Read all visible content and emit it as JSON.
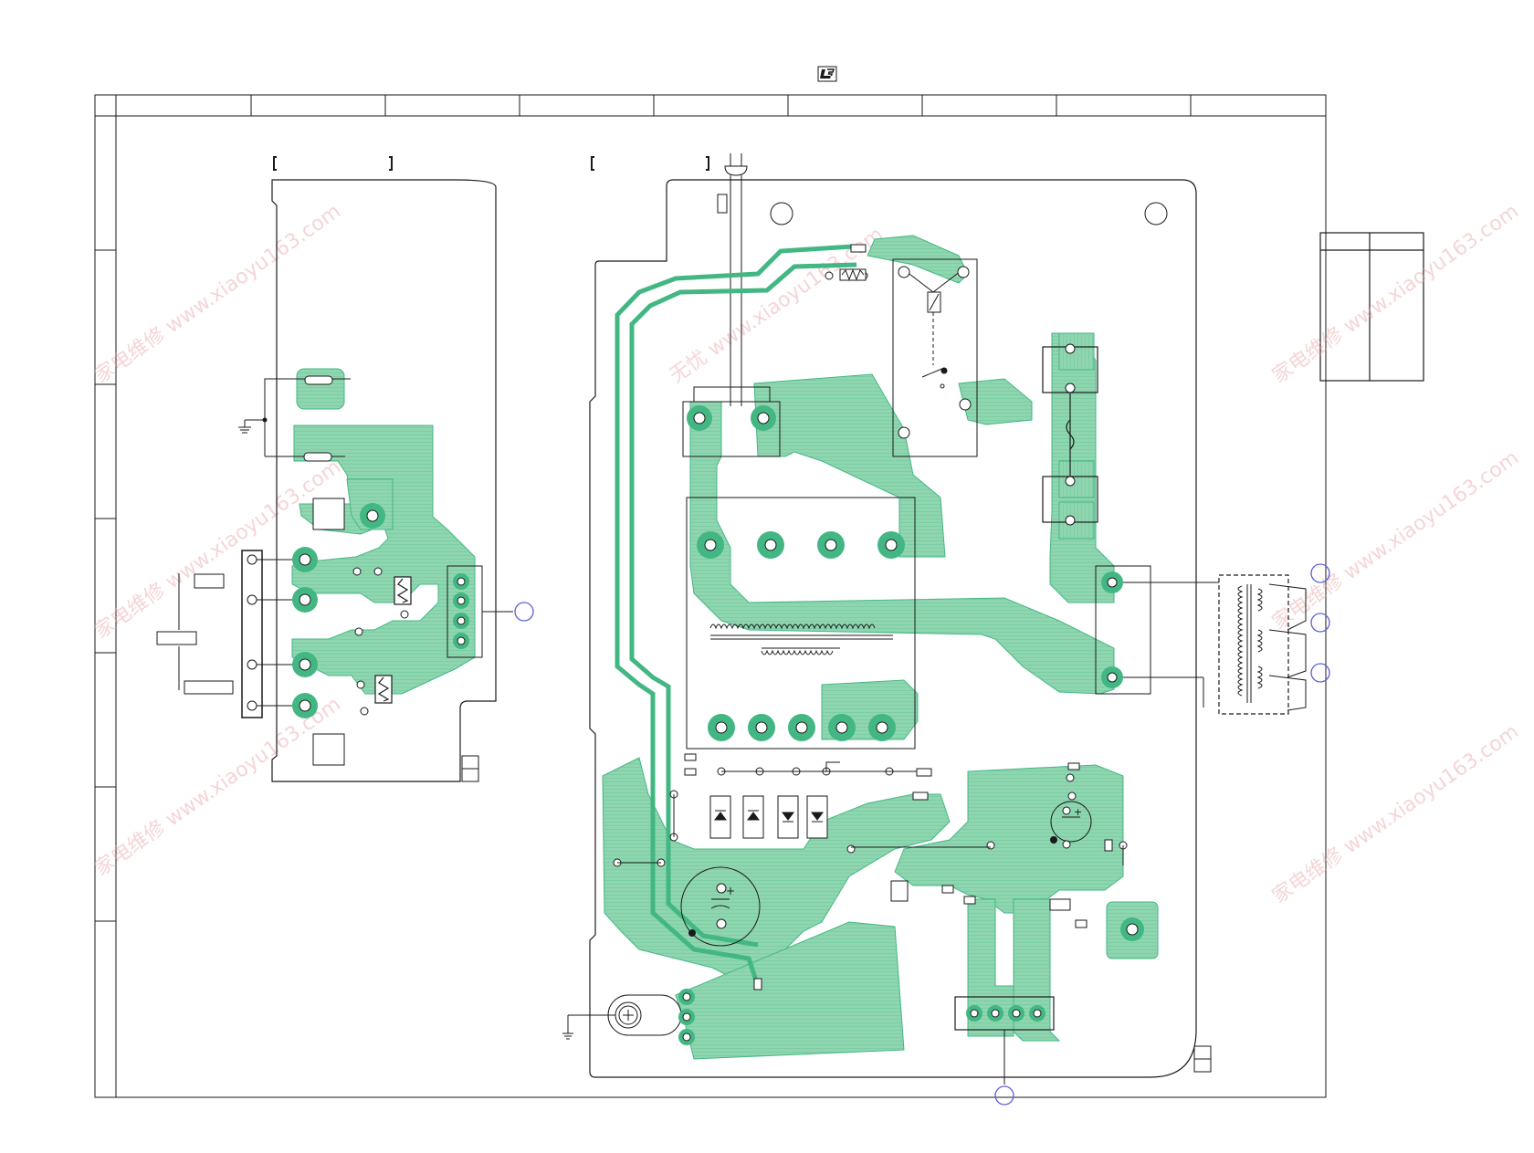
{
  "colors": {
    "copper": "#8fd6b0",
    "copper_edge": "#43b783",
    "line": "#1a1a1a",
    "marker": "#5a5fd0",
    "watermark": "#e9a3a3"
  },
  "logo": {
    "name": "lf-logo-icon"
  },
  "grid": {
    "columns": 9,
    "rows": 7
  },
  "boards": [
    {
      "name": "left-board",
      "bracket_label": ""
    },
    {
      "name": "right-board",
      "bracket_label": ""
    }
  ],
  "legend_table": {
    "rows": 2
  },
  "watermarks": [
    "家电维修",
    "www.xiaoyu163.com",
    "无忧"
  ],
  "icons": [
    "ground-symbol-icon",
    "capacitor-icon",
    "diode-icon",
    "relay-coil-icon",
    "fuse-icon",
    "transformer-icon"
  ]
}
